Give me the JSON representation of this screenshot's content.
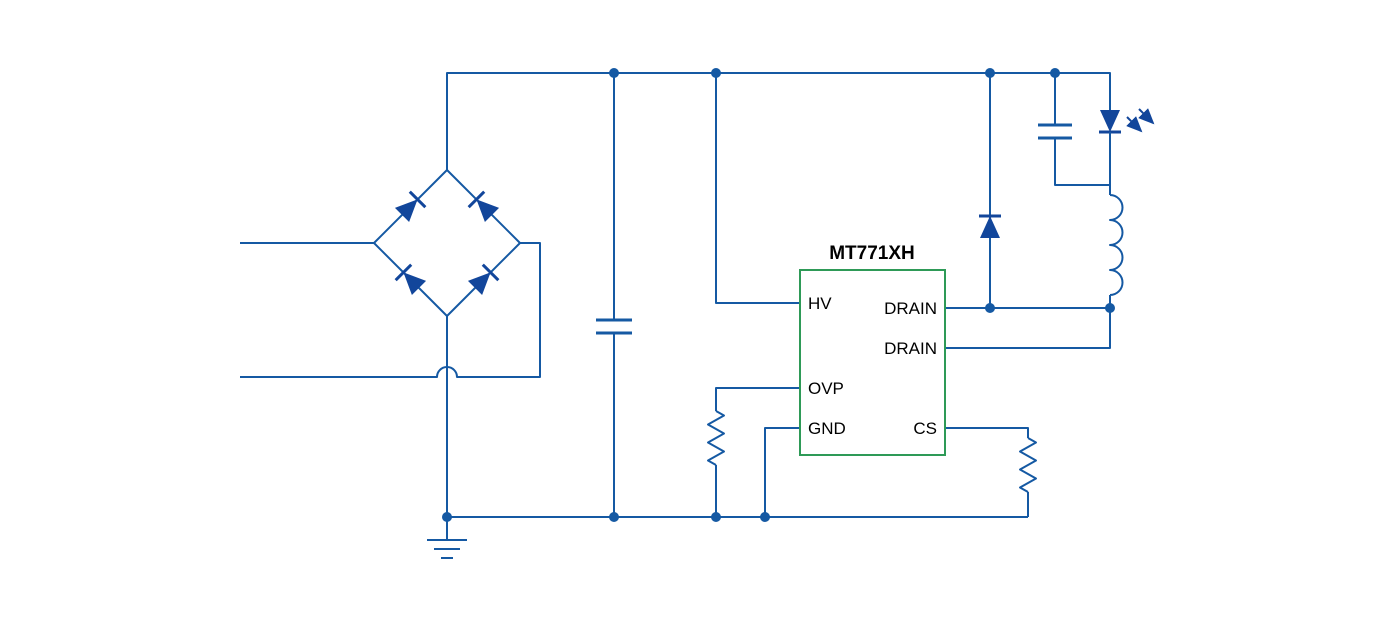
{
  "ic": {
    "title": "MT771XH",
    "pins_left": [
      {
        "label": "HV"
      },
      {
        "label": "OVP"
      },
      {
        "label": "GND"
      }
    ],
    "pins_right": [
      {
        "label": "DRAIN"
      },
      {
        "label": "DRAIN"
      },
      {
        "label": "CS"
      }
    ]
  },
  "components": {
    "bridge_rectifier": "diode bridge rectifier",
    "input_capacitor": "bulk filter capacitor",
    "ovp_resistor": "OVP resistor",
    "cs_resistor": "current-sense resistor",
    "freewheeling_diode": "freewheeling diode",
    "output_capacitor": "output capacitor",
    "led": "LED with light-emission arrows",
    "inductor": "inductor coil",
    "ground": "earth ground"
  },
  "colors": {
    "wire": "#1559a3",
    "component-fill": "#12469b",
    "ic-border": "#2e9a57",
    "text": "#000000",
    "background": "#ffffff"
  }
}
